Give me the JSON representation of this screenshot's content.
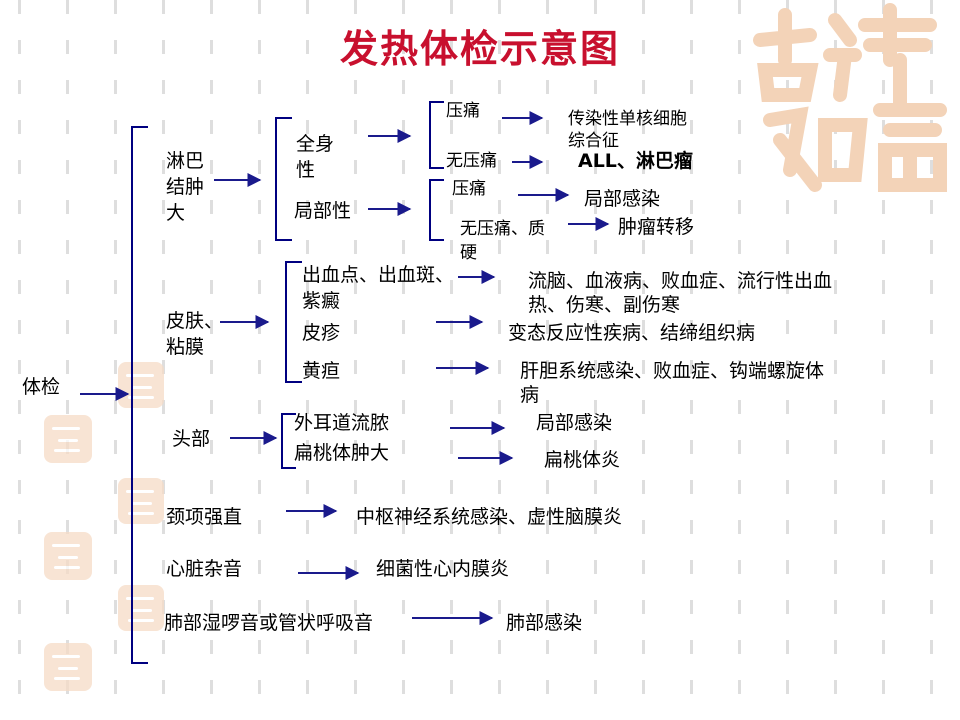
{
  "title": "发热体检示意图",
  "root": "体检",
  "lymph": {
    "label_l1": "淋巴",
    "label_l2": "结肿",
    "label_l3": "大",
    "systemic_l1": "全身",
    "systemic_l2": "性",
    "local": "局部性",
    "tender1": "压痛",
    "nontender1": "无压痛",
    "tender2": "压痛",
    "nontender_hard_l1": "无压痛、质",
    "nontender_hard_l2": "硬",
    "res_mono_l1": "传染性单核细胞",
    "res_mono_l2": "综合征",
    "res_all": "ALL、淋巴瘤",
    "res_local": "局部感染",
    "res_tumor": "肿瘤转移"
  },
  "skin": {
    "label_l1": "皮肤、",
    "label_l2": "粘膜",
    "petechiae_l1": "出血点、出血斑、",
    "petechiae_l2": "紫癜",
    "rash": "皮疹",
    "jaundice": "黄疸",
    "res_petechiae_l1": "流脑、血液病、败血症、流行性出血",
    "res_petechiae_l2": "热、伤寒、副伤寒",
    "res_rash": "变态反应性疾病、结缔组织病",
    "res_jaundice_l1": "肝胆系统感染、败血症、钩端螺旋体",
    "res_jaundice_l2": "病"
  },
  "head": {
    "label": "头部",
    "ear": "外耳道流脓",
    "tonsil": "扁桃体肿大",
    "res_ear": "局部感染",
    "res_tonsil": "扁桃体炎"
  },
  "neck": {
    "label": "颈项强直",
    "result": "中枢神经系统感染、虚性脑膜炎"
  },
  "heart": {
    "label": "心脏杂音",
    "result": "细菌性心内膜炎"
  },
  "lung": {
    "label": "肺部湿啰音或管状呼吸音",
    "result": "肺部感染"
  },
  "colors": {
    "title": "#c8102e",
    "arrow": "#1a1a8c",
    "line": "#000080"
  }
}
